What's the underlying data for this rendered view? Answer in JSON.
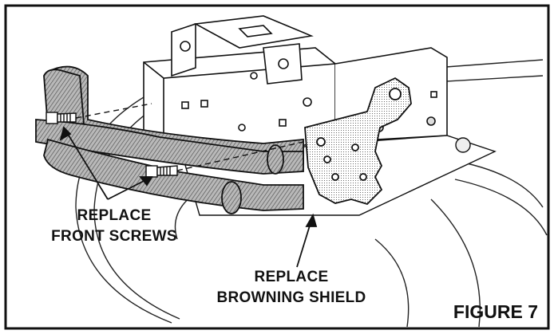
{
  "figure": {
    "label": "FIGURE 7",
    "callouts": {
      "front_screws": {
        "line1": "REPLACE",
        "line2": "FRONT SCREWS"
      },
      "browning_shield": {
        "line1": "REPLACE",
        "line2": "BROWNING SHIELD"
      }
    }
  },
  "colors": {
    "ink": "#111111",
    "hatch_tube": "#8a8a8a",
    "background": "#ffffff"
  }
}
